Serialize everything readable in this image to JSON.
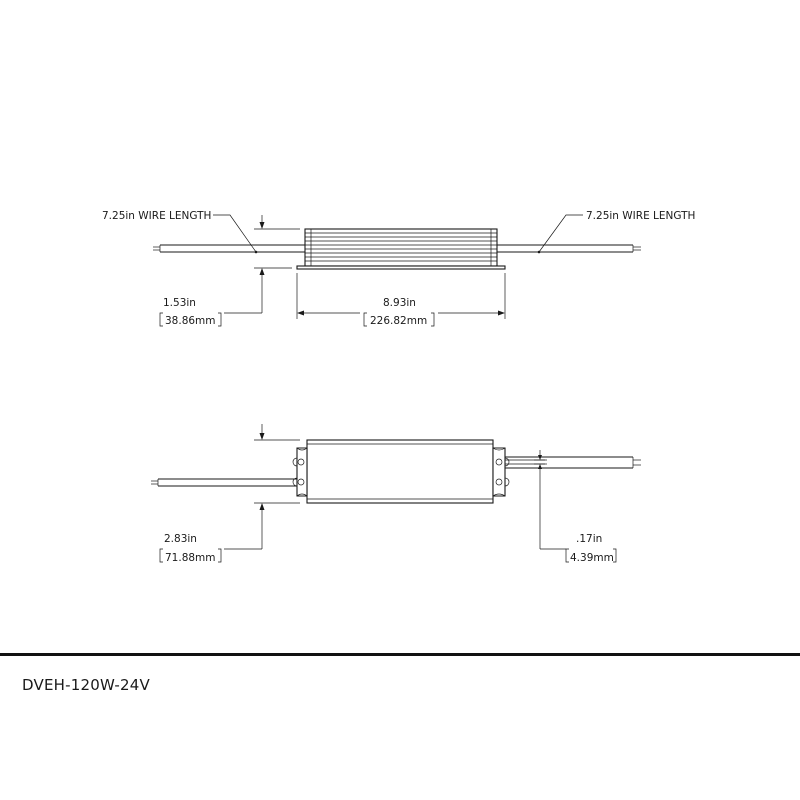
{
  "labels": {
    "wire_left": "7.25in WIRE LENGTH",
    "wire_right": "7.25in WIRE LENGTH",
    "height_in": "1.53in",
    "height_mm": "38.86mm",
    "length_in": "8.93in",
    "length_mm": "226.82mm",
    "width_in": "2.83in",
    "width_mm": "71.88mm",
    "hole_in": ".17in",
    "hole_mm": "4.39mm"
  },
  "title_block": {
    "model": "DVEH-120W-24V"
  }
}
